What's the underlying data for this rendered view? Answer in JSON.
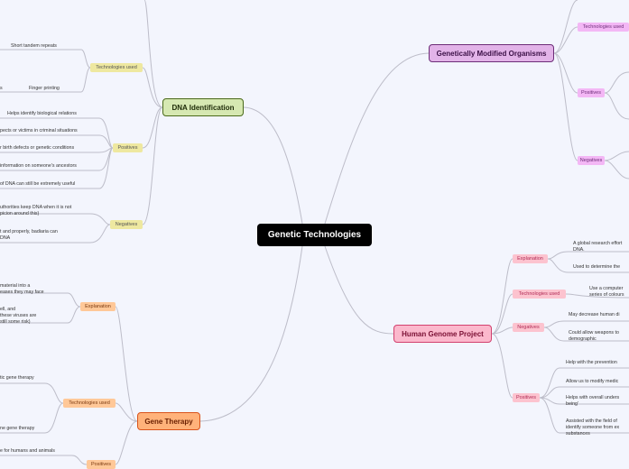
{
  "central": {
    "label": "Genetic Technologies"
  },
  "dna": {
    "label": "DNA Identification",
    "technologies": {
      "label": "Technologies used",
      "items": [
        "Short tandem repeats",
        "Finger printing"
      ],
      "fragment": "s"
    },
    "positives": {
      "label": "Positives",
      "items": [
        "Helps identify biological relations",
        "pects or victims in criminal situations",
        "r birth defects or genetic conditions",
        "information on someone's ancestors",
        "of DNA can still be extremely useful"
      ]
    },
    "negatives": {
      "label": "Negatives",
      "items": [
        [
          "uthorities keep DNA when it is not",
          "picion around this)"
        ],
        [
          "t and properly, badiaria can",
          "DNA"
        ]
      ]
    }
  },
  "gene_therapy": {
    "label": "Gene Therapy",
    "explanation": {
      "label": "Explanation",
      "items": [
        [
          "material into a",
          "eases they may face"
        ],
        [
          "ell, and",
          "these viruses are",
          "still some risk)"
        ]
      ]
    },
    "technologies": {
      "label": "Technologies used",
      "items": [
        "tic gene therapy",
        "ne gene therapy"
      ]
    },
    "positives": {
      "label": "Positives",
      "items": [
        "e for humans and animals"
      ]
    }
  },
  "gmo": {
    "label": "Genetically Modified Organisms",
    "technologies": {
      "label": "Technologies used"
    },
    "positives": {
      "label": "Positives"
    },
    "negatives": {
      "label": "Negatives"
    }
  },
  "hgp": {
    "label": "Human Genome Project",
    "explanation": {
      "label": "Explanation",
      "items": [
        [
          "A global research effort",
          "DNA."
        ],
        [
          "Used to determine the"
        ]
      ]
    },
    "technologies": {
      "label": "Technologies used",
      "items": [
        [
          "Use a computer",
          "series of colours"
        ]
      ]
    },
    "negatives": {
      "label": "Negatives",
      "items": [
        [
          "May decrease human di"
        ],
        [
          "Could allow weapons to",
          "demographic"
        ]
      ]
    },
    "positives": {
      "label": "Positives",
      "items": [
        [
          "Help with the prevention"
        ],
        [
          "Allow us to modify medic"
        ],
        [
          "Helps with overall unders",
          "being'"
        ],
        [
          "Assisted with the field of",
          "identify someone from ex",
          "substances"
        ]
      ]
    }
  },
  "colors": {
    "dna_fill": "#d6e8b2",
    "dna_border": "#4a6a1a",
    "gene_fill": "#ffb27a",
    "gene_border": "#d9541c",
    "gmo_fill": "#e2b3e8",
    "gmo_border": "#6d2d78",
    "hgp_fill": "#fbb8cc",
    "hgp_border": "#d2406e",
    "dna_sub": "#eee8a0",
    "gene_sub": "#ffc898",
    "gmo_sub": "#f3b7f5",
    "hgp_sub": "#fcc3cf",
    "line": "#bdbdc9"
  }
}
